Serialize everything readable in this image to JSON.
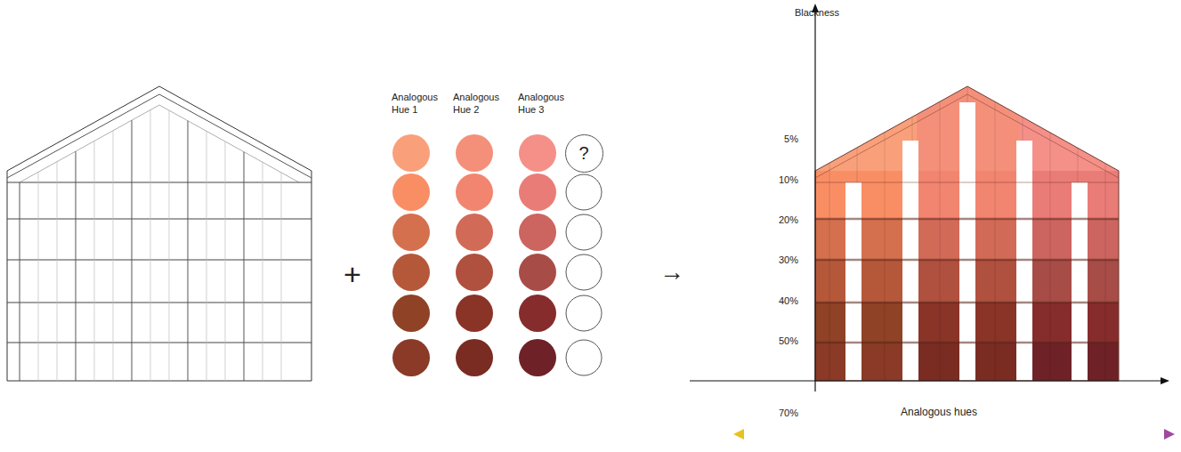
{
  "diagram": {
    "nodes": [
      {
        "text": [
          "?"
        ]
      }
    ],
    "labels": [
      "Analogous Hue 1",
      "Analogous Hue 2",
      "Analogous Hue 3",
      "+",
      "→",
      "Blackness",
      "5%",
      "10%",
      "20%",
      "30%",
      "40%",
      "50%",
      "70%",
      "Analogous hues"
    ]
  }
}
